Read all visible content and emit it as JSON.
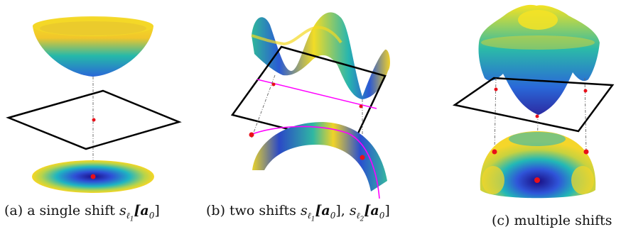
{
  "panels": [
    {
      "id": "a",
      "caption_prefix": "(a) a single shift",
      "caption_math": "s",
      "caption_sub": "ℓ",
      "caption_subsub": "1",
      "caption_arg": "[a",
      "caption_arg_sub": "0",
      "caption_close": "]"
    },
    {
      "id": "b",
      "caption_prefix": "(b) two shifts",
      "m1": "s",
      "m1_sub": "ℓ",
      "m1_subsub": "1",
      "m1_arg": "[a",
      "m1_arg_sub": "0",
      "m1_close": "],",
      "m2": "s",
      "m2_sub": "ℓ",
      "m2_subsub": "2",
      "m2_arg": "[a",
      "m2_arg_sub": "0",
      "m2_close": "]"
    },
    {
      "id": "c",
      "caption_prefix": "(c) multiple shifts"
    }
  ],
  "colors": {
    "surface_high": "#f9e11e",
    "surface_mid": "#1fb6b0",
    "surface_low": "#2f2aa8",
    "plane_edge": "#000000",
    "marker": "#e8101a",
    "path": "#ff00ff",
    "leader": "#555555"
  }
}
